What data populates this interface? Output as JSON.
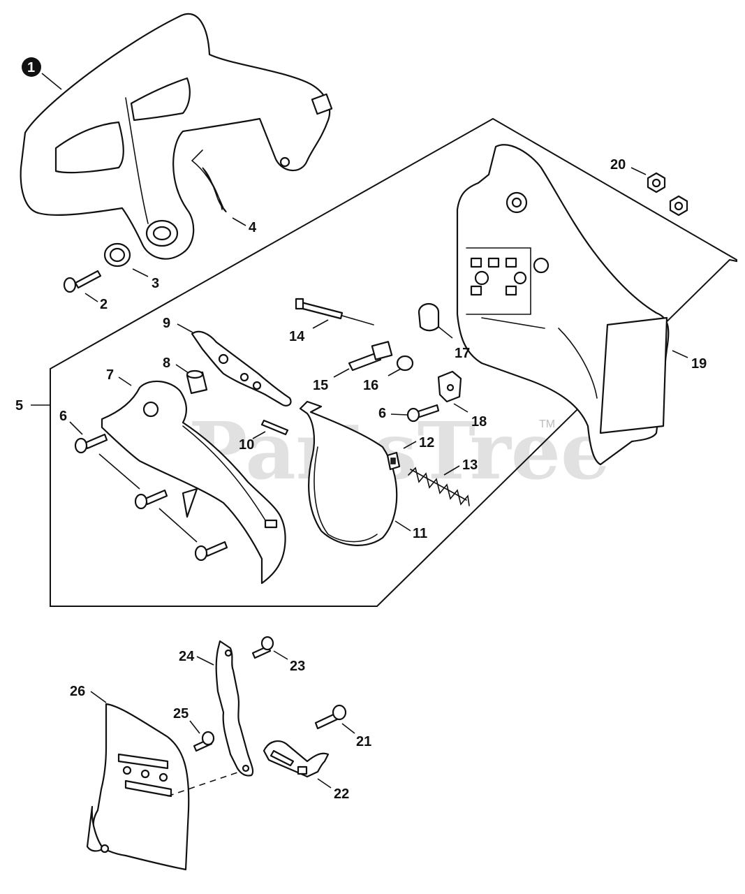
{
  "diagram": {
    "watermark": "PartsTree",
    "watermark_mark": "TM",
    "callouts": {
      "p1": "1",
      "p2": "2",
      "p3": "3",
      "p4": "4",
      "p5": "5",
      "p6a": "6",
      "p6b": "6",
      "p7": "7",
      "p8": "8",
      "p9": "9",
      "p10": "10",
      "p11": "11",
      "p12": "12",
      "p13": "13",
      "p14": "14",
      "p15": "15",
      "p16": "16",
      "p17": "17",
      "p18": "18",
      "p19": "19",
      "p20": "20",
      "p21": "21",
      "p22": "22",
      "p23": "23",
      "p24": "24",
      "p25": "25",
      "p26": "26"
    }
  }
}
